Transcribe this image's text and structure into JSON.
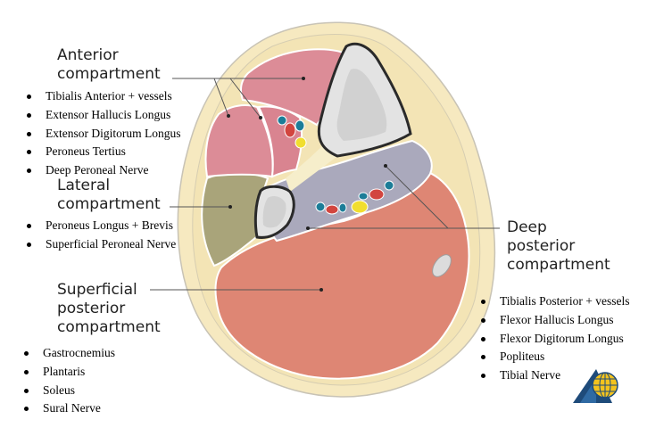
{
  "compartments": [
    {
      "id": "anterior",
      "heading": [
        "Anterior",
        "compartment"
      ],
      "items": [
        "Tibialis Anterior + vessels",
        "Extensor Hallucis Longus",
        "Extensor Digitorum Longus",
        "Peroneus Tertius",
        "Deep Peroneal Nerve"
      ]
    },
    {
      "id": "lateral",
      "heading": [
        "Lateral",
        "compartment"
      ],
      "items": [
        "Peroneus Longus + Brevis",
        "Superficial Peroneal Nerve"
      ]
    },
    {
      "id": "superficial-posterior",
      "heading": [
        "Superficial",
        "posterior",
        "compartment"
      ],
      "items": [
        "Gastrocnemius",
        "Plantaris",
        "Soleus",
        "Sural Nerve"
      ]
    },
    {
      "id": "deep-posterior",
      "heading": [
        "Deep",
        "posterior",
        "compartment"
      ],
      "items": [
        "Tibialis Posterior + vessels",
        "Flexor Hallucis Longus",
        "Flexor Digitorum Longus",
        "Popliteus",
        "Tibial Nerve"
      ]
    }
  ],
  "colors": {
    "skin": "#f6e9c0",
    "skin_outline": "#c8c3b5",
    "anterior_muscle": "#dc8c97",
    "lateral_muscle": "#a9a47a",
    "deep_posterior_muscle": "#aaa9bc",
    "superficial_posterior_muscle": "#de8674",
    "bone": "#e3e3e3",
    "artery": "#d2453f",
    "vein": "#1c7d98",
    "nerve": "#f1de2f",
    "logo_triangle": "#1e4b7a",
    "logo_globe": "#f3c31d"
  },
  "logo": {
    "icon": "globe-triangle-logo"
  }
}
